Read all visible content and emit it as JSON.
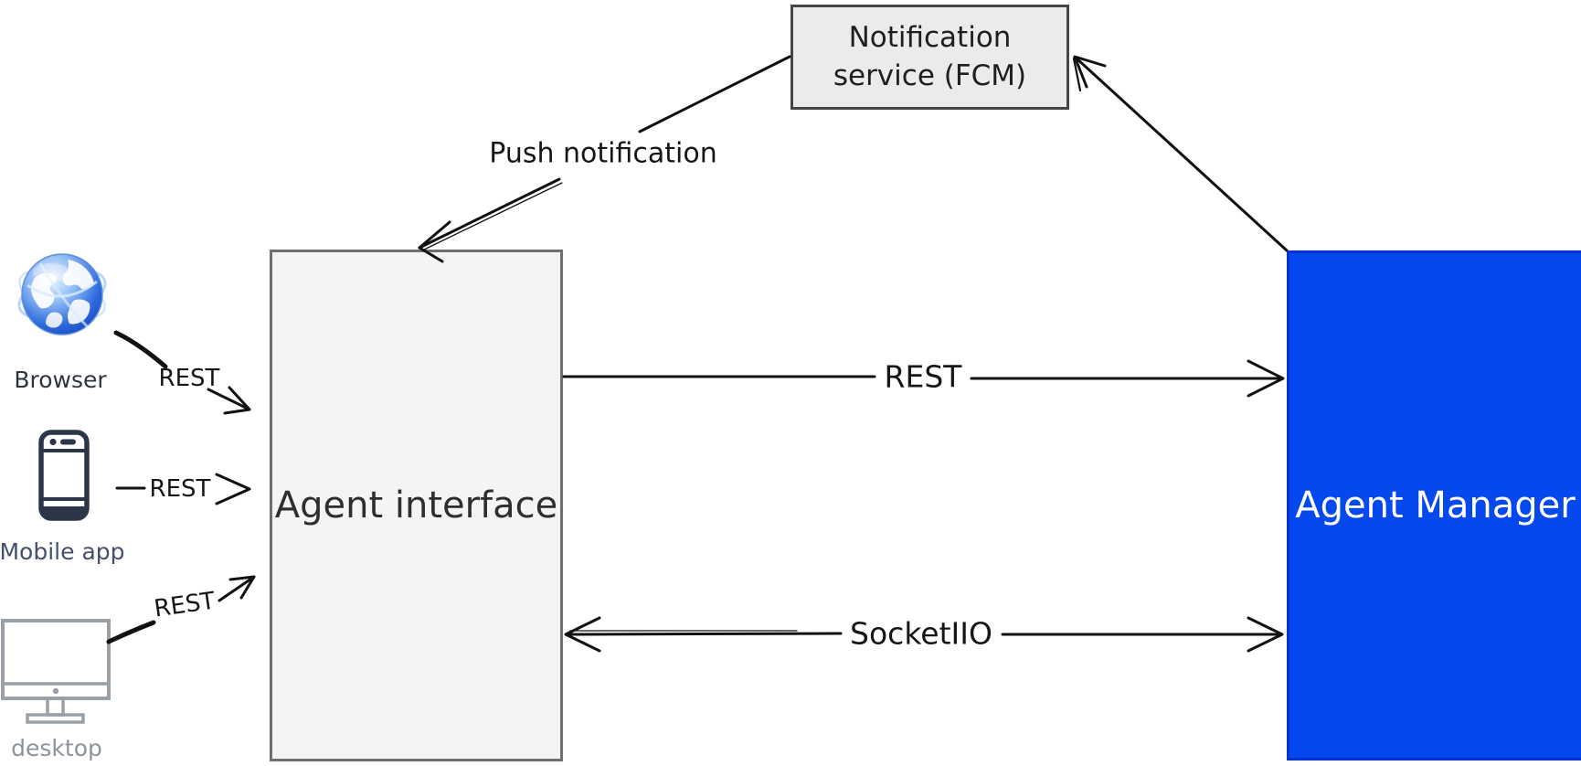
{
  "diagram": {
    "background": "#ffffff",
    "ink_color": "#111111",
    "nodes": {
      "notification_service": {
        "label": "Notification\nservice (FCM)",
        "fill": "#ebebeb",
        "border_color": "#454545",
        "text_color": "#1f1f1f"
      },
      "agent_interface": {
        "label": "Agent interface",
        "fill": "#f4f4f4",
        "border_color": "#6f6f6f",
        "text_color": "#2e2e2e"
      },
      "agent_manager": {
        "label": "Agent Manager",
        "fill": "#0549ee",
        "border_color": "#0433cf",
        "text_color": "#ffffff"
      }
    },
    "clients": {
      "browser": {
        "label": "Browser",
        "icon": "globe-icon",
        "label_color": "#30353d"
      },
      "mobile": {
        "label": "Mobile app",
        "icon": "smartphone-icon",
        "label_color": "#44506b"
      },
      "desktop": {
        "label": "desktop",
        "icon": "monitor-icon",
        "label_color": "#8d949b"
      }
    },
    "edges": {
      "push_notification": {
        "label": "Push notification",
        "from": "Notification service (FCM)",
        "to": "Agent interface"
      },
      "manager_to_fcm": {
        "from": "Agent Manager",
        "to": "Notification service (FCM)"
      },
      "rest_browser": {
        "label": "REST",
        "from": "Browser",
        "to": "Agent interface"
      },
      "rest_mobile": {
        "label": "REST",
        "from": "Mobile app",
        "to": "Agent interface"
      },
      "rest_desktop": {
        "label": "REST",
        "from": "desktop",
        "to": "Agent interface"
      },
      "rest_main": {
        "label": "REST",
        "from": "Agent interface",
        "to": "Agent Manager"
      },
      "socketio": {
        "label": "SocketIIO",
        "from": "Agent interface",
        "to": "Agent Manager",
        "bidirectional": true
      }
    }
  }
}
